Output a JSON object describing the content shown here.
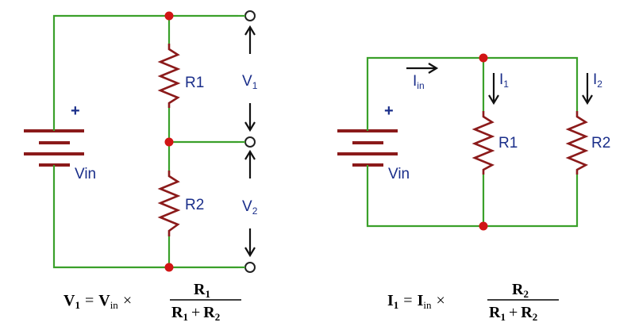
{
  "divider": {
    "plus": "+",
    "source": "Vin",
    "r1": "R1",
    "r2": "R2",
    "v1": {
      "main": "V",
      "sub": "1"
    },
    "v2": {
      "main": "V",
      "sub": "2"
    },
    "formula": {
      "lhs": "V",
      "lhs_sub": "1",
      "eq": "=",
      "term": "V",
      "term_sub": "in",
      "times": "×",
      "num": "R",
      "num_sub": "1",
      "den_a": "R",
      "den_a_sub": "1",
      "plus": "+",
      "den_b": "R",
      "den_b_sub": "2"
    }
  },
  "parallel": {
    "plus": "+",
    "source": "Vin",
    "r1": "R1",
    "r2": "R2",
    "iin": {
      "main": "I",
      "sub": "in"
    },
    "i1": {
      "main": "I",
      "sub": "1"
    },
    "i2": {
      "main": "I",
      "sub": "2"
    },
    "formula": {
      "lhs": "I",
      "lhs_sub": "1",
      "eq": "=",
      "term": "I",
      "term_sub": "in",
      "times": "×",
      "num": "R",
      "num_sub": "2",
      "den_a": "R",
      "den_a_sub": "1",
      "plus": "+",
      "den_b": "R",
      "den_b_sub": "2"
    }
  },
  "colors": {
    "wire": "#3aa02a",
    "resistor": "#8b1a1a",
    "node": "#d11515",
    "label": "#1a2e8a"
  }
}
